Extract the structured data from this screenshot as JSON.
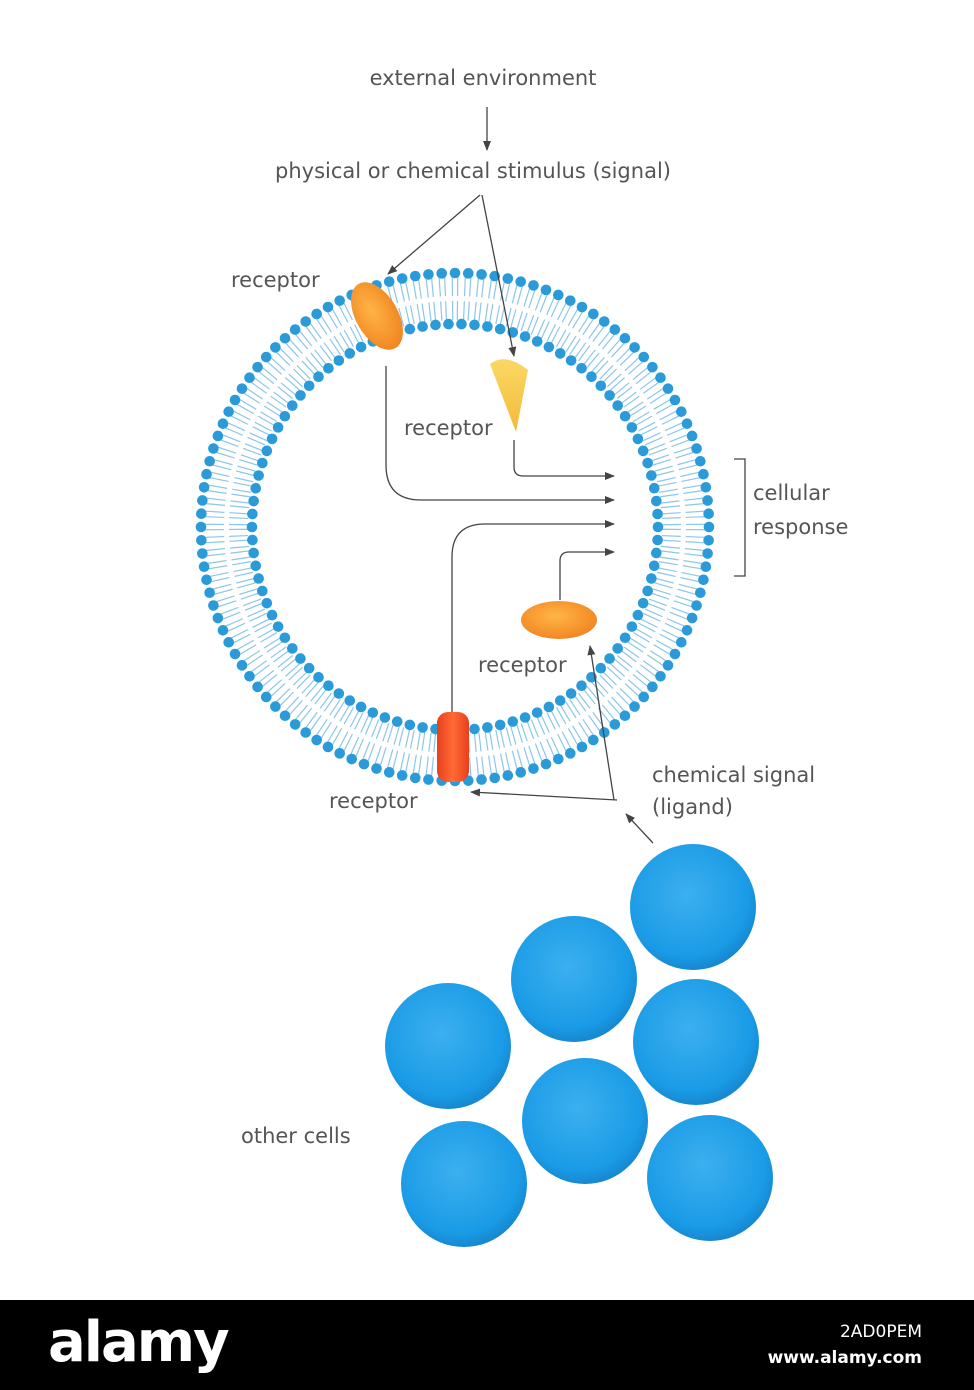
{
  "labels": {
    "external": "external environment",
    "stimulus": "physical or chemical stimulus (signal)",
    "receptor_top": "receptor",
    "receptor_cone": "receptor",
    "cellular": "cellular",
    "response": "response",
    "receptor_inner": "receptor",
    "chemical_signal": "chemical signal",
    "ligand": "(ligand)",
    "receptor_bottom": "receptor",
    "other_cells": "other cells"
  },
  "footer": {
    "brand": "alamy",
    "image_id": "2AD0PEM",
    "site": "www.alamy.com"
  },
  "colors": {
    "membrane_head": "#2a9ad8",
    "membrane_tail": "#8cc6ea",
    "receptor_orange": "#f39a2c",
    "receptor_yellow": "#f7c94a",
    "receptor_red": "#f05a28",
    "cell_blue": "#20a0e8"
  }
}
